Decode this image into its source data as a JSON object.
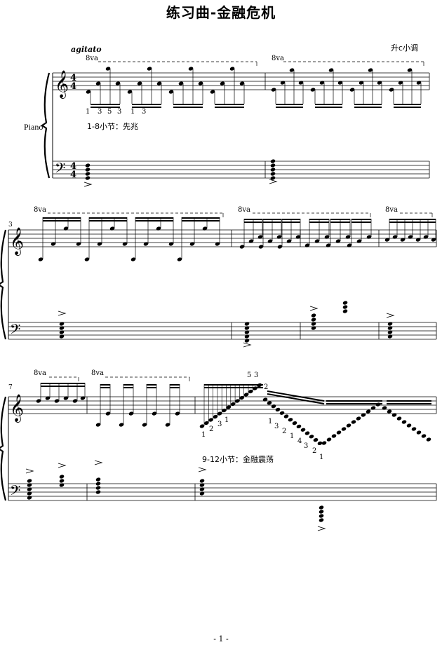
{
  "title": "练习曲-金融危机",
  "key_label": "升c小调",
  "tempo_marking": "agitato",
  "instrument": "Piano",
  "annotations": {
    "section1": "1-8小节：先兆",
    "section2": "9-12小节：金融震荡"
  },
  "octave_sign": "8va",
  "measure_numbers": {
    "system2": "3",
    "system3": "7"
  },
  "fingerings": {
    "m1": [
      "1",
      "3",
      "5",
      "3",
      "1",
      "3"
    ],
    "m9_up": [
      "1",
      "2",
      "3",
      "1"
    ],
    "m9_top": [
      "5",
      "3",
      "2"
    ],
    "m9_down": [
      "1",
      "3",
      "2",
      "1",
      "4",
      "3",
      "2",
      "1"
    ]
  },
  "page_number": "- 1 -"
}
